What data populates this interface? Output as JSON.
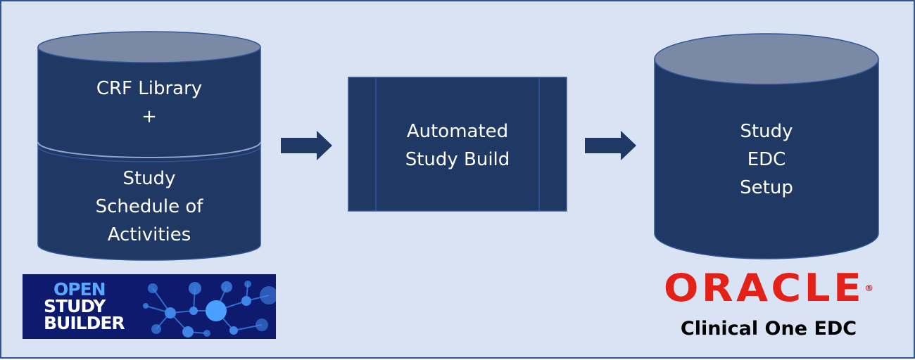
{
  "colors": {
    "background": "#dae3f3",
    "border": "#2f5597",
    "shape_fill": "#203864",
    "shape_top": "#7a8aa6",
    "arrow": "#203864",
    "oracle_red": "#e32118",
    "logo_bg": "#0d1a6e"
  },
  "left_cylinder": {
    "upper_lines": [
      "CRF Library",
      "+"
    ],
    "lower_lines": [
      "Study",
      "Schedule of",
      "Activities"
    ]
  },
  "process_box": {
    "lines": [
      "Automated",
      "Study Build"
    ]
  },
  "right_cylinder": {
    "lines": [
      "Study",
      "EDC",
      "Setup"
    ]
  },
  "logos": {
    "openstudybuilder": [
      "OPEN",
      "STUDY",
      "BUILDER"
    ],
    "oracle": {
      "wordmark": "ORACLE",
      "registered": "®",
      "product": "Clinical One EDC"
    }
  }
}
